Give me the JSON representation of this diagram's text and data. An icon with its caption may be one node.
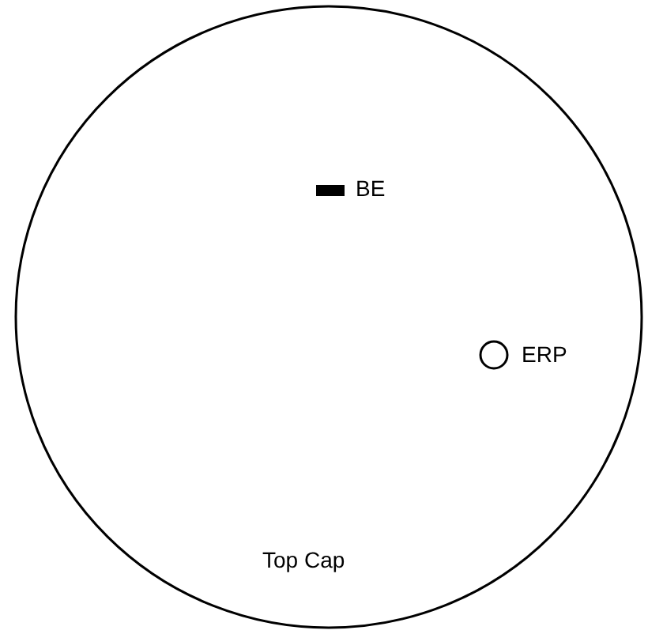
{
  "diagram": {
    "nodes": [
      {
        "text": [
          "Top Cap"
        ]
      },
      {
        "text": [],
        "shape": "bar",
        "in": 0,
        "beside": [
          "BE"
        ]
      },
      {
        "text": [],
        "shape": "circle",
        "in": 0,
        "beside": [
          "ERP"
        ]
      }
    ],
    "edges": []
  }
}
